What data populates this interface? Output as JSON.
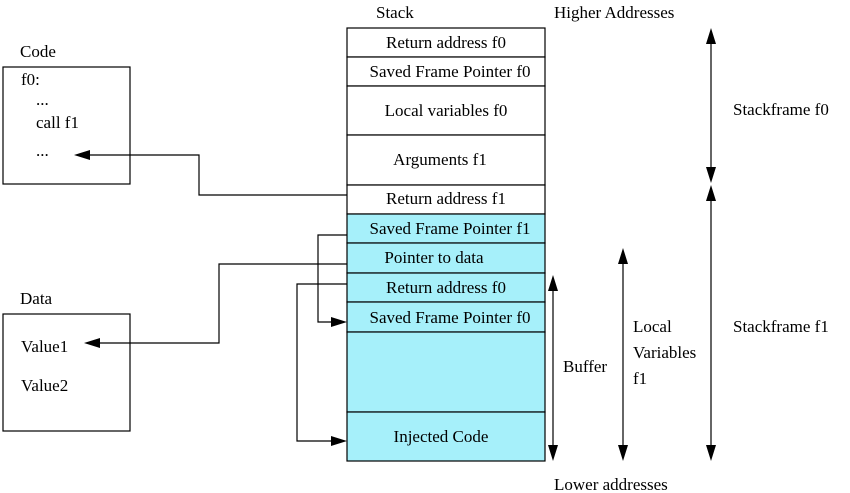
{
  "labels": {
    "stack": "Stack",
    "higher": "Higher Addresses",
    "lower": "Lower addresses",
    "code": "Code",
    "data": "Data",
    "stackframe_f0": "Stackframe f0",
    "stackframe_f1": "Stackframe f1",
    "buffer": "Buffer",
    "local_vars_1": "Local",
    "local_vars_2": "Variables",
    "local_vars_3": "f1"
  },
  "code_box": {
    "lines": [
      "f0:",
      "...",
      "call f1",
      "..."
    ]
  },
  "data_box": {
    "lines": [
      "Value1",
      "Value2"
    ]
  },
  "stack_cells": [
    {
      "label": "Return address f0",
      "highlighted": false
    },
    {
      "label": "Saved Frame Pointer f0",
      "highlighted": false
    },
    {
      "label": "Local variables f0",
      "highlighted": false
    },
    {
      "label": "Arguments f1",
      "highlighted": false
    },
    {
      "label": "Return address f1",
      "highlighted": false
    },
    {
      "label": "Saved Frame Pointer f1",
      "highlighted": true
    },
    {
      "label": "Pointer to data",
      "highlighted": true
    },
    {
      "label": "Return address f0",
      "highlighted": true
    },
    {
      "label": "Saved Frame Pointer f0",
      "highlighted": true
    },
    {
      "label": "",
      "highlighted": true
    },
    {
      "label": "Injected Code",
      "highlighted": true
    }
  ],
  "colors": {
    "highlight": "#a6f0fa",
    "stroke": "#000000"
  }
}
